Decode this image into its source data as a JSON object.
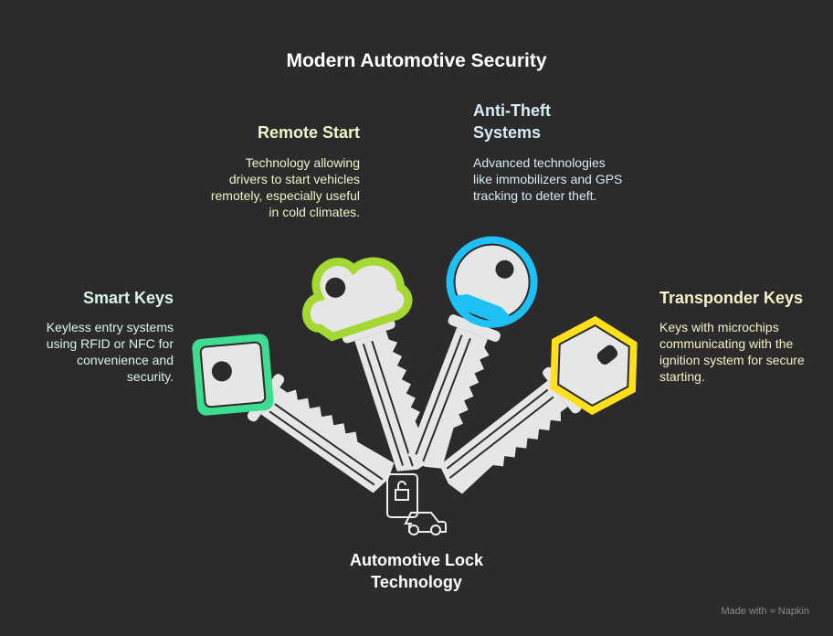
{
  "title": "Modern Automotive Security",
  "center": {
    "label": "Automotive Lock Technology",
    "icon": "phone-unlock-car-icon"
  },
  "items": [
    {
      "title": "Smart Keys",
      "text": "Keyless entry systems using RFID or NFC for convenience and security.",
      "color": "#3ddc91",
      "text_color": "#d8f5e6"
    },
    {
      "title": "Remote Start",
      "text": "Technology allowing drivers to start vehicles remotely, especially useful in cold climates.",
      "color": "#a4d934",
      "text_color": "#eef5c8"
    },
    {
      "title": "Anti-Theft Systems",
      "text": "Advanced technologies like immobilizers and GPS tracking to deter theft.",
      "color": "#1ec0f5",
      "text_color": "#d6ecf7"
    },
    {
      "title": "Transponder Keys",
      "text": "Keys with microchips communicating with the ignition system for secure starting.",
      "color": "#ffe01a",
      "text_color": "#f7f1c8"
    }
  ],
  "footer": "Made with ≈ Napkin"
}
